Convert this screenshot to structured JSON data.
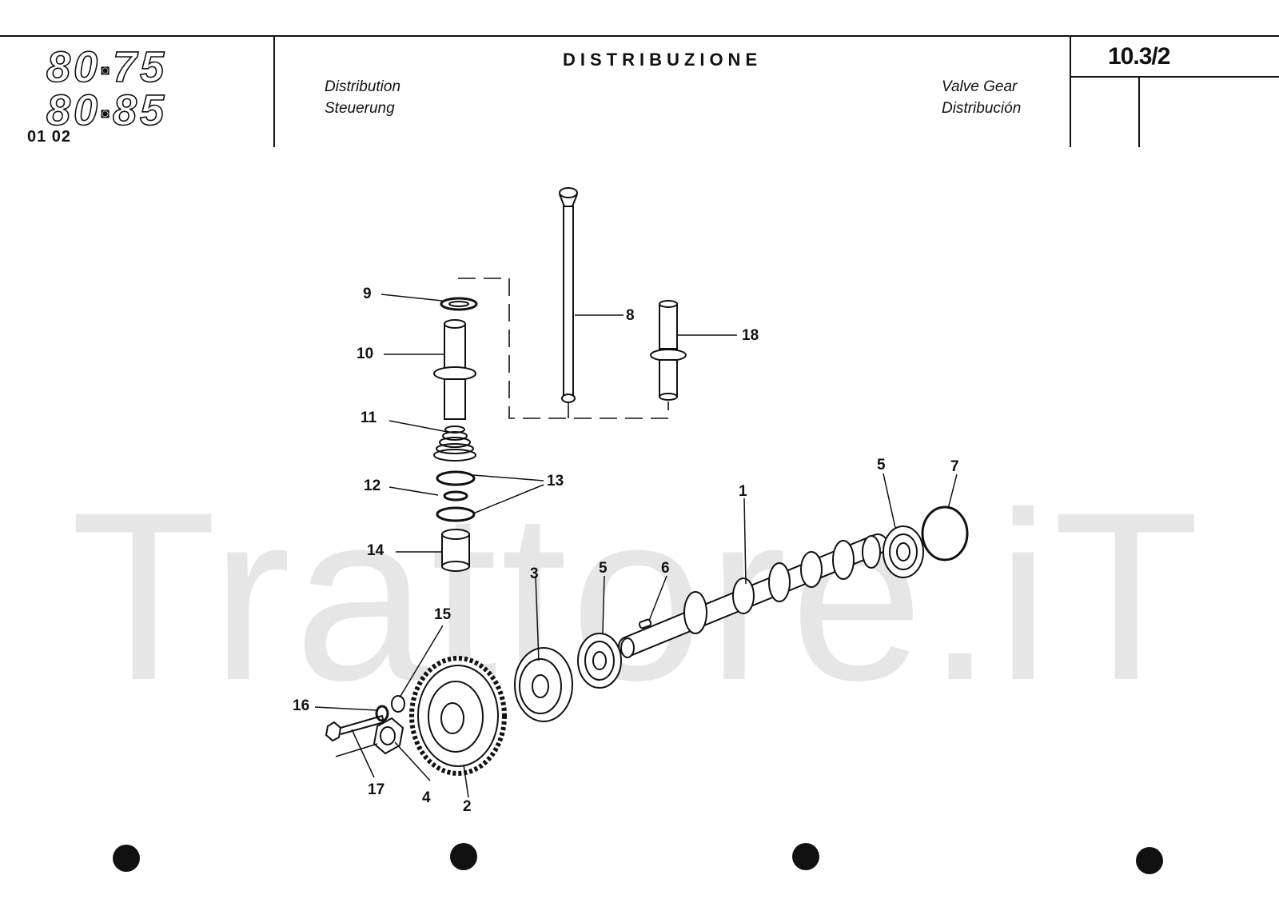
{
  "header": {
    "model_line_1": "80.75",
    "model_line_1_a": "80",
    "model_line_1_b": "75",
    "model_line_2_a": "80",
    "model_line_2_b": "85",
    "model_code": "01 02",
    "title": "DISTRIBUZIONE",
    "subtitle_en": "Distribution",
    "subtitle_de": "Steuerung",
    "subtitle_en2": "Valve Gear",
    "subtitle_es": "Distribución",
    "page_number": "10.3/2"
  },
  "watermark": "Trattore.iT",
  "parts": {
    "p1": "1",
    "p2": "2",
    "p3": "3",
    "p4": "4",
    "p5a": "5",
    "p5b": "5",
    "p6": "6",
    "p7": "7",
    "p8": "8",
    "p9": "9",
    "p10": "10",
    "p11": "11",
    "p12": "12",
    "p13": "13",
    "p14": "14",
    "p15": "15",
    "p16": "16",
    "p17": "17",
    "p18": "18"
  }
}
